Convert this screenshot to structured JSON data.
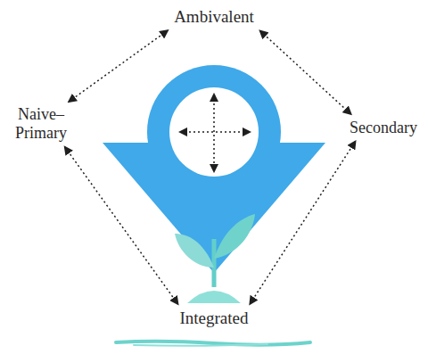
{
  "diagram": {
    "nodes": [
      {
        "text": [
          "Ambivalent"
        ]
      },
      {
        "text": [
          "Naive– Primary"
        ]
      },
      {
        "text": [
          "Secondary"
        ]
      },
      {
        "text": [
          "Integrated"
        ]
      }
    ],
    "edges": [
      {
        "from": 0,
        "to": 1,
        "arrow": "both"
      },
      {
        "from": 0,
        "to": 2,
        "arrow": "both"
      },
      {
        "from": 1,
        "to": 3,
        "arrow": "both"
      },
      {
        "from": 2,
        "to": 3,
        "arrow": "both"
      }
    ]
  }
}
